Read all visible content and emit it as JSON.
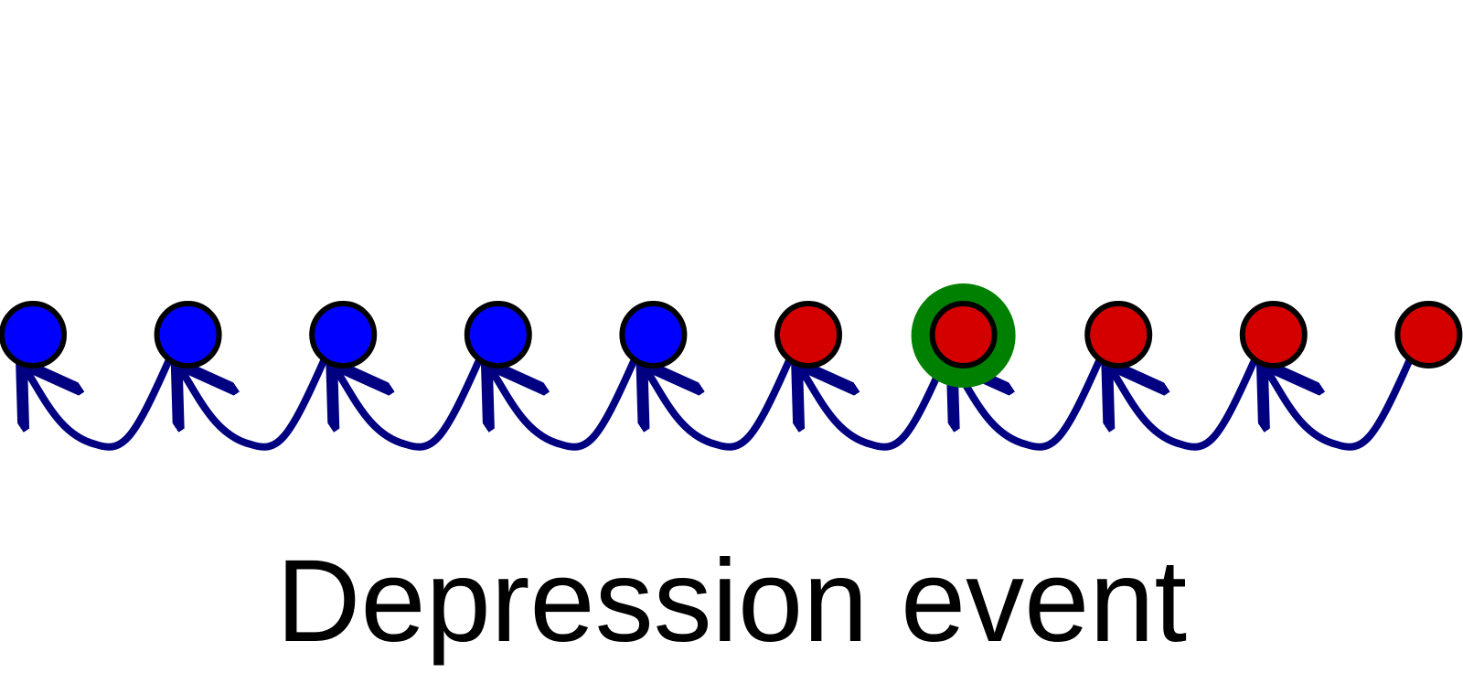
{
  "caption": "Depression event",
  "nodes": [
    {
      "state": "blue"
    },
    {
      "state": "blue"
    },
    {
      "state": "blue"
    },
    {
      "state": "blue"
    },
    {
      "state": "blue"
    },
    {
      "state": "red"
    },
    {
      "state": "red",
      "highlighted": true
    },
    {
      "state": "red"
    },
    {
      "state": "red"
    },
    {
      "state": "red"
    }
  ],
  "colors": {
    "blue": "#0000ff",
    "red": "#d40000",
    "highlight": "#008000",
    "arrow": "#000080",
    "outline": "#000000"
  }
}
